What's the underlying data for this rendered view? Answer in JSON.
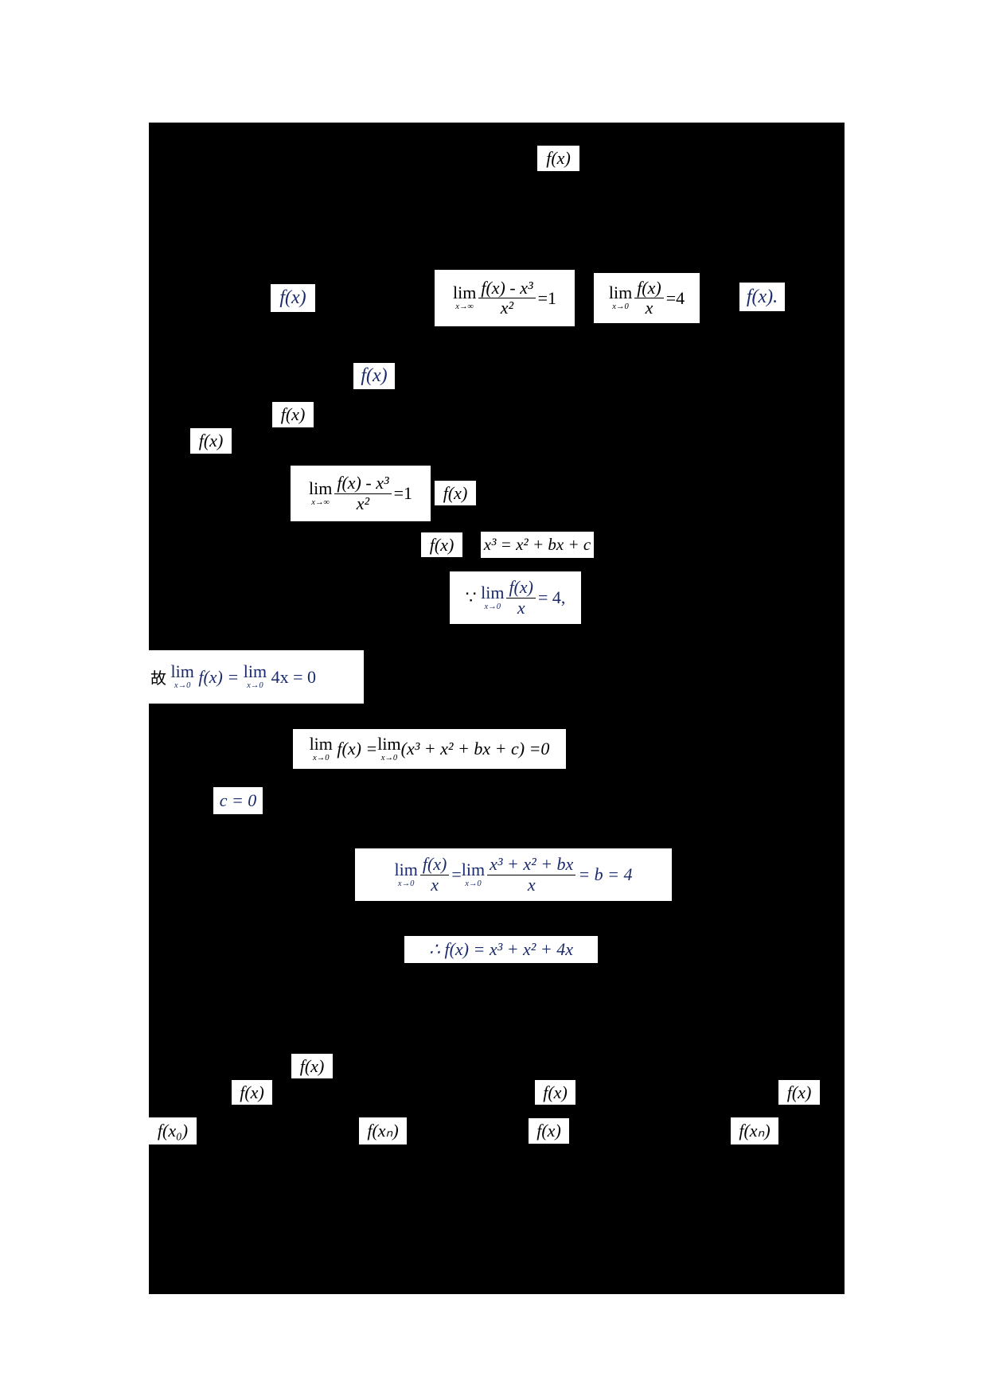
{
  "document": {
    "background": "#000000",
    "redacted_text_note": "",
    "formulas": {
      "f1": "f(x)",
      "f2": "f(x)",
      "f3_lim_inf": {
        "lim": "lim",
        "sub": "x→∞",
        "num": "f(x) - x³",
        "den": "x²",
        "rhs": "=1"
      },
      "f4_lim_0": {
        "lim": "lim",
        "sub": "x→0",
        "num": "f(x)",
        "den": "x",
        "rhs": "=4"
      },
      "f5": "f(x).",
      "f6": "f(x)",
      "f7": "f(x)",
      "f8": "f(x)",
      "f9_lim_inf": {
        "lim": "lim",
        "sub": "x→∞",
        "num": "f(x) - x³",
        "den": "x²",
        "rhs": "=1"
      },
      "f10": "f(x)",
      "f11": "f(x)",
      "f12": "x³ = x² + bx + c",
      "f13_because": {
        "prefix": "∵",
        "lim": "lim",
        "sub": "x→0",
        "num": "f(x)",
        "den": "x",
        "rhs": "= 4,"
      },
      "f14_therefore": {
        "prefix": "故",
        "lim1": "lim",
        "sub1": "x→0",
        "mid": "f(x) =",
        "lim2": "lim",
        "sub2": "x→0",
        "rhs": "4x = 0"
      },
      "f15": {
        "lim1": "lim",
        "sub1": "x→0",
        "mid": "f(x) =",
        "lim2": "lim",
        "sub2": "x→0",
        "rhs": "(x³ + x² + bx + c) =0"
      },
      "f16": "c = 0",
      "f17": {
        "lim1": "lim",
        "sub1": "x→0",
        "num1": "f(x)",
        "den1": "x",
        "eq": "=",
        "lim2": "lim",
        "sub2": "x→0",
        "num2": "x³ + x² + bx",
        "den2": "x",
        "rhs": "= b = 4"
      },
      "f18": "∴ f(x) = x³ + x² + 4x",
      "f19": "f(x)",
      "f20": "f(x)",
      "f21": "f(x)",
      "f22": "f(x)",
      "f23": "f(x₀)",
      "f24": "f(xₙ)",
      "f25": "f(x)",
      "f26": "f(xₙ)"
    }
  }
}
